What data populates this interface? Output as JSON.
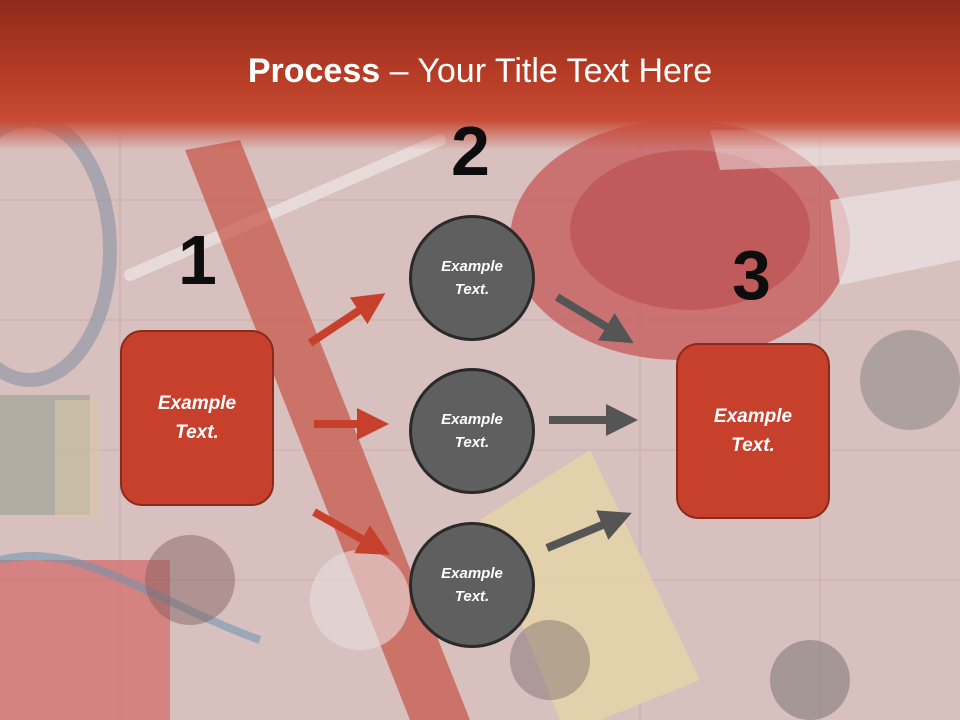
{
  "title": {
    "bold": "Process",
    "rest": " – Your Title Text Here"
  },
  "steps": [
    {
      "number": "1",
      "box_line1": "Example",
      "box_line2": "Text."
    },
    {
      "number": "2"
    },
    {
      "number": "3",
      "box_line1": "Example",
      "box_line2": "Text."
    }
  ],
  "circles": [
    {
      "line1": "Example",
      "line2": "Text."
    },
    {
      "line1": "Example",
      "line2": "Text."
    },
    {
      "line1": "Example",
      "line2": "Text."
    }
  ],
  "colors": {
    "title_bar": "#b33a24",
    "box_fill": "#c7402c",
    "circle_fill": "#5f5f5f",
    "arrow_red": "#c7402c",
    "arrow_gray": "#555555"
  }
}
